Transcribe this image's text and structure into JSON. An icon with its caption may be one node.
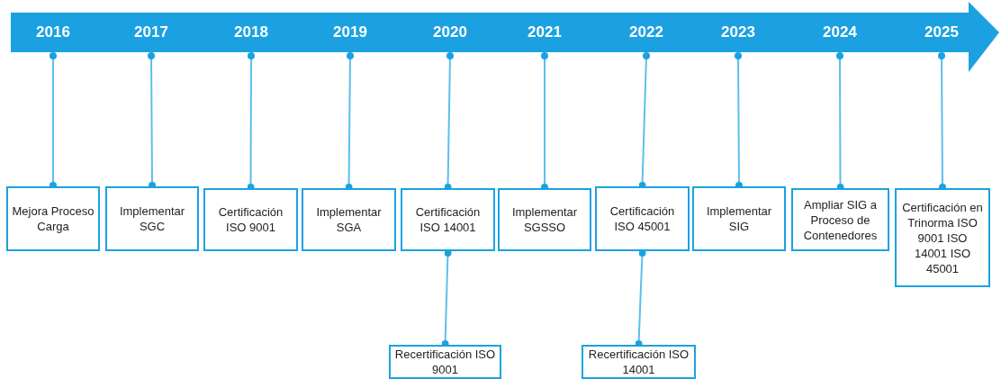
{
  "diagram": {
    "nodes": [
      {
        "text": [],
        "shape": "arrow"
      },
      {
        "text": [
          "2016"
        ],
        "in": 0
      },
      {
        "text": [
          "2017"
        ],
        "in": 0
      },
      {
        "text": [
          "2018"
        ],
        "in": 0
      },
      {
        "text": [
          "2019"
        ],
        "in": 0
      },
      {
        "text": [
          "2020"
        ],
        "in": 0
      },
      {
        "text": [
          "2021"
        ],
        "in": 0
      },
      {
        "text": [
          "2022"
        ],
        "in": 0
      },
      {
        "text": [
          "2023"
        ],
        "in": 0
      },
      {
        "text": [
          "2024"
        ],
        "in": 0
      },
      {
        "text": [
          "2025"
        ],
        "in": 0
      },
      {
        "text": [
          "Mejora Proceso Carga"
        ]
      },
      {
        "text": [
          "Implementar SGC"
        ]
      },
      {
        "text": [
          "Certificación ISO 9001"
        ]
      },
      {
        "text": [
          "Implementar SGA"
        ]
      },
      {
        "text": [
          "Certificación ISO 14001"
        ]
      },
      {
        "text": [
          "Implementar SGSSO"
        ]
      },
      {
        "text": [
          "Certificación ISO 45001"
        ]
      },
      {
        "text": [
          "Implementar SIG"
        ]
      },
      {
        "text": [
          "Ampliar SIG a Proceso de Contenedores"
        ]
      },
      {
        "text": [
          "Certificación en Trinorma ISO 9001 ISO 14001 ISO 45001"
        ]
      },
      {
        "text": [
          "Recertificación ISO 9001"
        ]
      },
      {
        "text": [
          "Recertificación ISO 14001"
        ]
      }
    ],
    "edges": [
      {
        "from": 1,
        "to": 11,
        "arrow": "other"
      },
      {
        "from": 2,
        "to": 12,
        "arrow": "other"
      },
      {
        "from": 3,
        "to": 13,
        "arrow": "other"
      },
      {
        "from": 4,
        "to": 14,
        "arrow": "other"
      },
      {
        "from": 5,
        "to": 15,
        "arrow": "other"
      },
      {
        "from": 6,
        "to": 16,
        "arrow": "other"
      },
      {
        "from": 7,
        "to": 17,
        "arrow": "other"
      },
      {
        "from": 8,
        "to": 18,
        "arrow": "other"
      },
      {
        "from": 9,
        "to": 19,
        "arrow": "other"
      },
      {
        "from": 10,
        "to": 20,
        "arrow": "other"
      },
      {
        "from": 15,
        "to": 21,
        "arrow": "other"
      },
      {
        "from": 17,
        "to": 22,
        "arrow": "other"
      }
    ]
  }
}
